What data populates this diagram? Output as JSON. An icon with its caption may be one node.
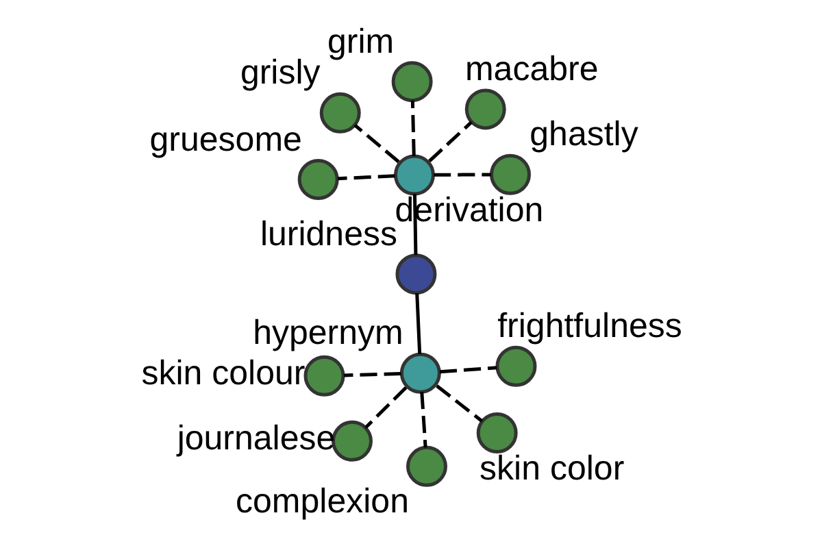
{
  "diagram": {
    "nodes": [
      {
        "text": [
          "luridness"
        ]
      },
      {
        "text": [
          "derivation"
        ]
      },
      {
        "text": [
          "hypernym"
        ]
      },
      {
        "text": [
          "grim"
        ]
      },
      {
        "text": [
          "macabre"
        ]
      },
      {
        "text": [
          "grisly"
        ]
      },
      {
        "text": [
          "gruesome"
        ]
      },
      {
        "text": [
          "ghastly"
        ]
      },
      {
        "text": [
          "journalese"
        ]
      },
      {
        "text": [
          "complexion"
        ]
      },
      {
        "text": [
          "skin color"
        ]
      },
      {
        "text": [
          "skin colour"
        ]
      },
      {
        "text": [
          "frightfulness"
        ]
      }
    ],
    "edges": [
      {
        "from": 0,
        "to": 1,
        "arrow": "none"
      },
      {
        "from": 0,
        "to": 2,
        "arrow": "none"
      },
      {
        "from": 1,
        "to": 3,
        "arrow": "none",
        "style": "dashed"
      },
      {
        "from": 1,
        "to": 4,
        "arrow": "none",
        "style": "dashed"
      },
      {
        "from": 1,
        "to": 5,
        "arrow": "none",
        "style": "dashed"
      },
      {
        "from": 1,
        "to": 6,
        "arrow": "none",
        "style": "dashed"
      },
      {
        "from": 1,
        "to": 7,
        "arrow": "none",
        "style": "dashed"
      },
      {
        "from": 2,
        "to": 8,
        "arrow": "none",
        "style": "dashed"
      },
      {
        "from": 2,
        "to": 9,
        "arrow": "none",
        "style": "dashed"
      },
      {
        "from": 2,
        "to": 10,
        "arrow": "none",
        "style": "dashed"
      },
      {
        "from": 2,
        "to": 11,
        "arrow": "none",
        "style": "dashed"
      },
      {
        "from": 2,
        "to": 12,
        "arrow": "none",
        "style": "dashed"
      }
    ]
  }
}
